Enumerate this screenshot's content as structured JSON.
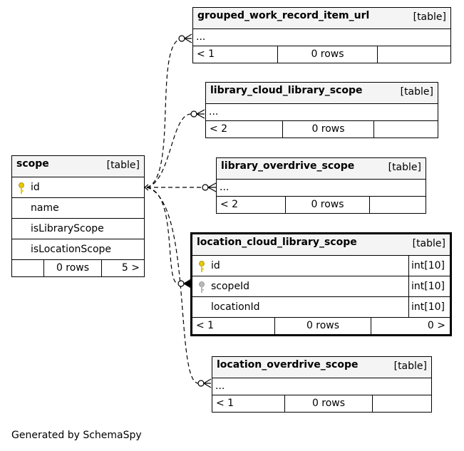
{
  "caption": "Generated by SchemaSpy",
  "tables": {
    "grouped_work_record_item_url": {
      "name": "grouped_work_record_item_url",
      "kind": "[table]",
      "ellipsis": "...",
      "parents": "< 1",
      "rows": "0 rows",
      "children": ""
    },
    "library_cloud_library_scope": {
      "name": "library_cloud_library_scope",
      "kind": "[table]",
      "ellipsis": "...",
      "parents": "< 2",
      "rows": "0 rows",
      "children": ""
    },
    "library_overdrive_scope": {
      "name": "library_overdrive_scope",
      "kind": "[table]",
      "ellipsis": "...",
      "parents": "< 2",
      "rows": "0 rows",
      "children": ""
    },
    "scope": {
      "name": "scope",
      "kind": "[table]",
      "columns": [
        {
          "name": "id",
          "type": "",
          "key": "primary-key-icon"
        },
        {
          "name": "name",
          "type": ""
        },
        {
          "name": "isLibraryScope",
          "type": ""
        },
        {
          "name": "isLocationScope",
          "type": ""
        }
      ],
      "parents": "",
      "rows": "0 rows",
      "children": "5 >"
    },
    "location_cloud_library_scope": {
      "name": "location_cloud_library_scope",
      "kind": "[table]",
      "columns": [
        {
          "name": "id",
          "type": "int[10]",
          "key": "primary-key-icon"
        },
        {
          "name": "scopeId",
          "type": "int[10]",
          "key": "foreign-key-icon"
        },
        {
          "name": "locationId",
          "type": "int[10]"
        }
      ],
      "parents": "< 1",
      "rows": "0 rows",
      "children": "0 >"
    },
    "location_overdrive_scope": {
      "name": "location_overdrive_scope",
      "kind": "[table]",
      "ellipsis": "...",
      "parents": "< 1",
      "rows": "0 rows",
      "children": ""
    }
  },
  "colors": {
    "pk_key": "#e6c800",
    "fk_key": "#b8b8b8",
    "header_bg": "#f4f4f4"
  }
}
